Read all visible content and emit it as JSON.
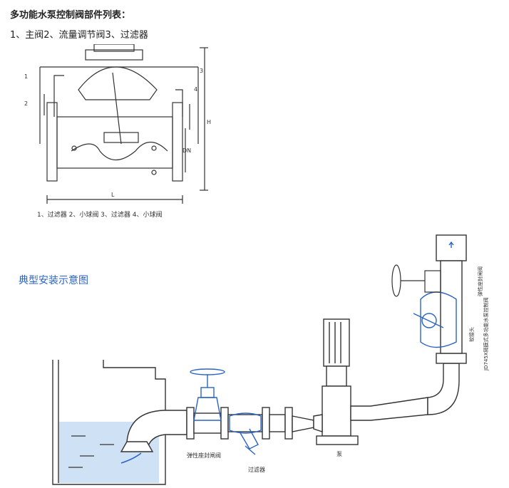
{
  "heading": "多功能水泵控制阀部件列表：",
  "parts_line": "1、主阀2、流量调节阀3、过滤器",
  "valve_diagram": {
    "callouts": [
      "1",
      "2",
      "3",
      "4"
    ],
    "dim_h": "H",
    "dim_dn": "DN",
    "dim_l": "L",
    "caption": "1、过滤器 2、小球阀  3、过滤器  4、小球阀"
  },
  "install_diagram": {
    "title": "典型安装示意图",
    "gate_valve_label": "弹性座封闸阀",
    "filter_label": "过滤器",
    "pump_label": "泵",
    "flex_joint_label": "软接头",
    "control_valve_label": "JD745X隔膜式多功能水泵控制阀",
    "top_gate_valve_label": "弹性座封闸阀",
    "colors": {
      "blue": "#2a63c4",
      "water": "#cfe1f5",
      "line": "#3a3a3a"
    }
  }
}
